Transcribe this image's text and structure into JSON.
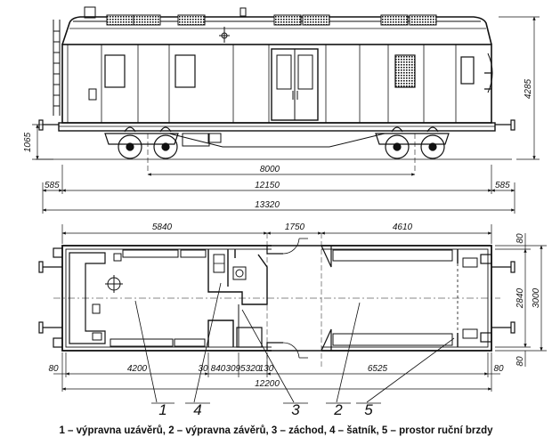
{
  "side_view": {
    "dims_horizontal": {
      "wheelbase": "8000",
      "body_length": "12150",
      "overhang_left": "585",
      "overhang_right": "585",
      "length_over_buffers": "13320"
    },
    "dims_vertical": {
      "floor_height": "1065",
      "total_height": "4285"
    }
  },
  "plan_view": {
    "dims_top": {
      "left_section": "5840",
      "door_opening": "1750",
      "right_section": "4610"
    },
    "dims_right": {
      "wall_top": "80",
      "inner_width": "2840",
      "outer_width": "3000",
      "wall_bottom": "80"
    },
    "dims_bottom": {
      "end_wall_left": "80",
      "room_1": "4200",
      "w1": "30",
      "w2": "840",
      "w3": "30",
      "w4": "95",
      "w5": "320",
      "w6": "130",
      "room_2": "6525",
      "end_wall_right": "80",
      "overall": "12200"
    },
    "callouts": [
      "1",
      "4",
      "3",
      "2",
      "5"
    ]
  },
  "legend": "1 – výpravna uzávěrů, 2 – výpravna závěrů, 3 – záchod, 4 – šatník, 5 – prostor ruční brzdy"
}
